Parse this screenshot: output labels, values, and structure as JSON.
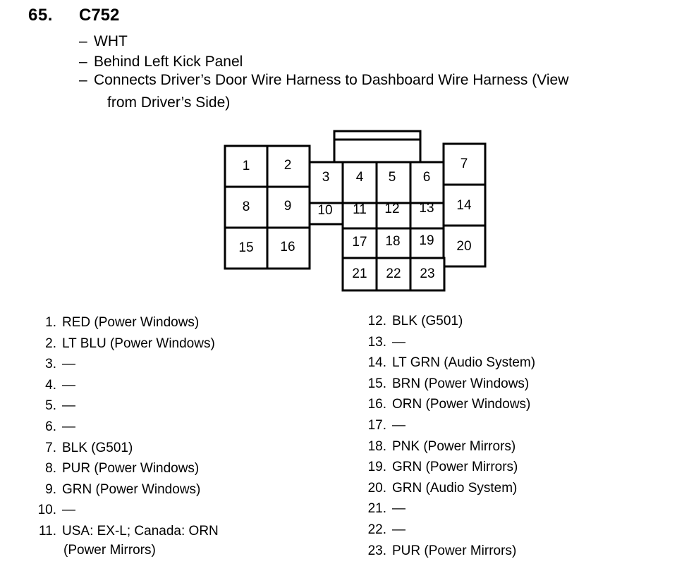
{
  "header": {
    "number": "65.",
    "connector_id": "C752",
    "details": [
      "WHT",
      "Behind Left Kick Panel",
      "Connects Driver’s Door Wire Harness to Dashboard Wire Harness (View"
    ],
    "details_continuation": "from Driver’s Side)"
  },
  "connector": {
    "pins": [
      "1",
      "2",
      "3",
      "4",
      "5",
      "6",
      "7",
      "8",
      "9",
      "10",
      "11",
      "12",
      "13",
      "14",
      "15",
      "16",
      "17",
      "18",
      "19",
      "20",
      "21",
      "22",
      "23"
    ]
  },
  "pin_list": {
    "left": [
      {
        "num": "1.",
        "desc": "RED (Power Windows)"
      },
      {
        "num": "2.",
        "desc": "LT BLU (Power Windows)"
      },
      {
        "num": "3.",
        "desc": "—"
      },
      {
        "num": "4.",
        "desc": "—"
      },
      {
        "num": "5.",
        "desc": "—"
      },
      {
        "num": "6.",
        "desc": "—"
      },
      {
        "num": "7.",
        "desc": "BLK (G501)"
      },
      {
        "num": "8.",
        "desc": "PUR (Power Windows)"
      },
      {
        "num": "9.",
        "desc": "GRN (Power Windows)"
      },
      {
        "num": "10.",
        "desc": "—"
      },
      {
        "num": "11.",
        "desc": "USA: EX-L; Canada: ORN",
        "desc2": "(Power Mirrors)"
      }
    ],
    "right": [
      {
        "num": "12.",
        "desc": "BLK (G501)"
      },
      {
        "num": "13.",
        "desc": "—"
      },
      {
        "num": "14.",
        "desc": "LT GRN (Audio System)"
      },
      {
        "num": "15.",
        "desc": "BRN (Power Windows)"
      },
      {
        "num": "16.",
        "desc": "ORN (Power Windows)"
      },
      {
        "num": "17.",
        "desc": "—"
      },
      {
        "num": "18.",
        "desc": "PNK (Power Mirrors)"
      },
      {
        "num": "19.",
        "desc": "GRN (Power Mirrors)"
      },
      {
        "num": "20.",
        "desc": "GRN (Audio System)"
      },
      {
        "num": "21.",
        "desc": "—"
      },
      {
        "num": "22.",
        "desc": "—"
      },
      {
        "num": "23.",
        "desc": "PUR (Power Mirrors)"
      }
    ]
  }
}
